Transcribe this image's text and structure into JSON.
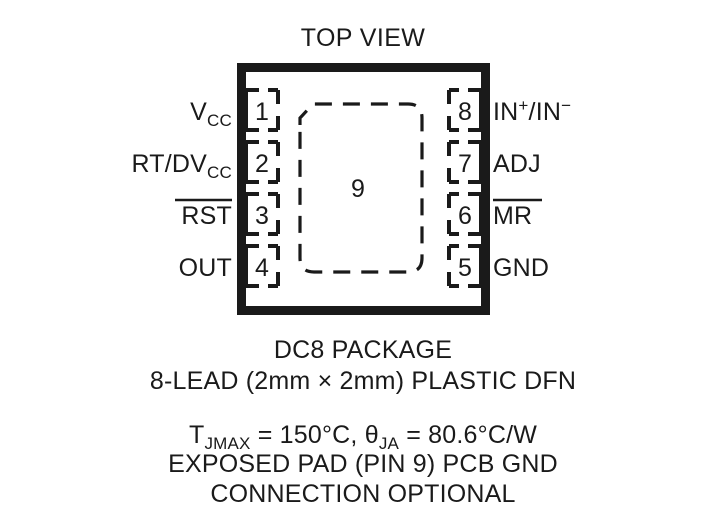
{
  "figure": {
    "view_title": "TOP VIEW",
    "exposed_pad_number": "9"
  },
  "pins": {
    "left": [
      {
        "number": "1",
        "label": "V",
        "sub": "CC",
        "sup": "",
        "overbar": false
      },
      {
        "number": "2",
        "label": "RT/DV",
        "sub": "CC",
        "sup": "",
        "overbar": false
      },
      {
        "number": "3",
        "label": "RST",
        "sub": "",
        "sup": "",
        "overbar": true
      },
      {
        "number": "4",
        "label": "OUT",
        "sub": "",
        "sup": "",
        "overbar": false
      }
    ],
    "right": [
      {
        "number": "8",
        "label": "IN+/IN−",
        "sub": "",
        "sup": "",
        "overbar": false
      },
      {
        "number": "7",
        "label": "ADJ",
        "sub": "",
        "sup": "",
        "overbar": false
      },
      {
        "number": "6",
        "label": "MR",
        "sub": "",
        "sup": "",
        "overbar": true
      },
      {
        "number": "5",
        "label": "GND",
        "sub": "",
        "sup": "",
        "overbar": false
      }
    ]
  },
  "pin_label_parts": {
    "vcc_base": "V",
    "vcc_sub": "CC",
    "rtdvcc_base": "RT/DV",
    "rtdvcc_sub": "CC",
    "rst": "RST",
    "out": "OUT",
    "in_base1": "IN",
    "in_sup1": "+",
    "in_slash": "/IN",
    "in_sup2": "−",
    "adj": "ADJ",
    "mr": "MR",
    "gnd": "GND"
  },
  "caption": {
    "line1": "DC8 PACKAGE",
    "line2": "8-LEAD (2mm × 2mm) PLASTIC DFN",
    "thermal": {
      "tj_base": "T",
      "tj_sub": "JMAX",
      "tj_value": " = 150°C, ",
      "theta_base": "θ",
      "theta_sub": "JA",
      "theta_value": " = 80.6°C/W"
    },
    "line4": "EXPOSED PAD (PIN 9) PCB GND",
    "line5": "CONNECTION OPTIONAL"
  },
  "colors": {
    "ink": "#1a1a1a",
    "background": "#ffffff"
  }
}
